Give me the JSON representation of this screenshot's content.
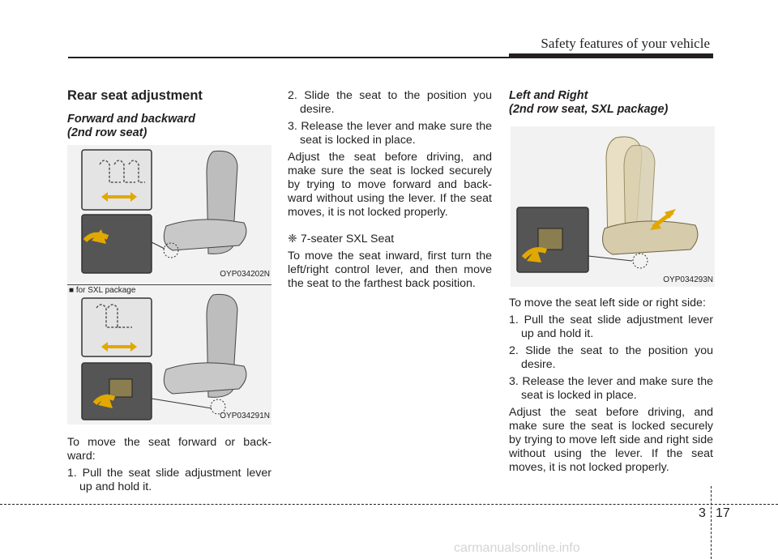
{
  "header": {
    "section_title": "Safety features of your vehicle"
  },
  "col1": {
    "heading": "Rear seat adjustment",
    "subheading_line1": "Forward and backward",
    "subheading_line2": "(2nd row seat)",
    "figure1_code": "OYP034202N",
    "figure2_label": "■ for SXL package",
    "figure2_code": "OYP034291N",
    "intro": "To move the seat forward or back- ward:",
    "step1": "1. Pull the seat slide adjustment lever up and hold it."
  },
  "col2": {
    "step2": "2. Slide the seat to the position you desire.",
    "step3": "3. Release the lever and make sure the seat is locked in place.",
    "note": "Adjust the seat before driving, and make sure the seat is locked securely by trying to move forward and back- ward without using the lever. If the seat moves, it is not locked properly.",
    "variant": "❈ 7-seater SXL Seat",
    "variant_text": "To move the seat inward, first turn the left/right control lever, and then move the seat to the farthest back position."
  },
  "col3": {
    "subheading_line1": "Left and Right",
    "subheading_line2": "(2nd row seat, SXL package)",
    "figure_code": "OYP034293N",
    "intro": "To move the seat  left side or right side:",
    "step1": "1. Pull the seat slide adjustment lever up and hold it.",
    "step2": "2. Slide the seat to the position you desire.",
    "step3": "3. Release the lever and make sure the seat is locked in place.",
    "note": "Adjust the seat before driving, and make sure the seat is locked securely by trying to move  left side and right side without using the lever. If the seat moves, it is not locked properly."
  },
  "footer": {
    "chapter": "3",
    "page": "17",
    "watermark": "carmanualsonline.info"
  }
}
